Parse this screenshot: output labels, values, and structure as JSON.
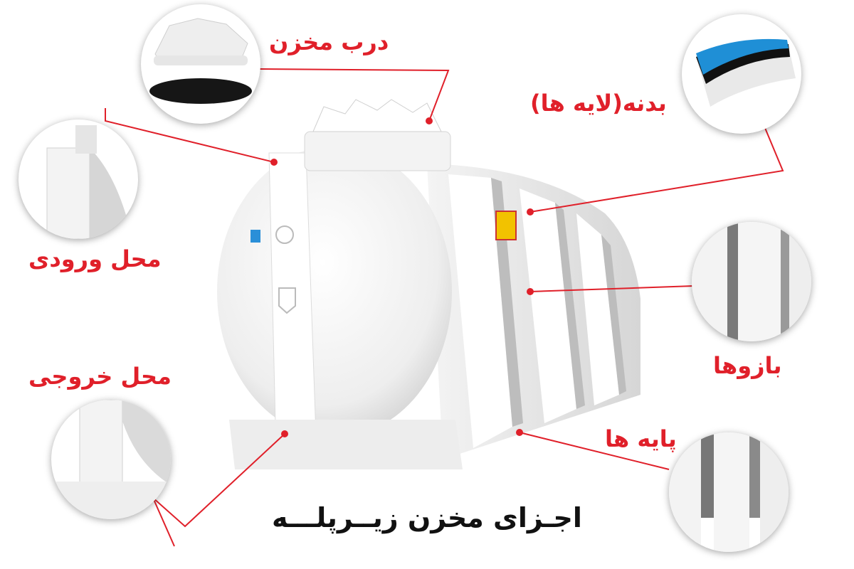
{
  "labels": {
    "lid": "درب مخزن",
    "inlet": "محل ورودی",
    "outlet": "محل خروجی",
    "body_layers": "بدنه(لایه ها)",
    "arms": "بازوها",
    "legs": "پایه ها"
  },
  "title": "اجـزای مخزن زیــرپلـــه",
  "colors": {
    "accent": "#e0202a",
    "title": "#111111",
    "tank": "#f2f2f2",
    "layer_blue": "#1f8fd6"
  }
}
